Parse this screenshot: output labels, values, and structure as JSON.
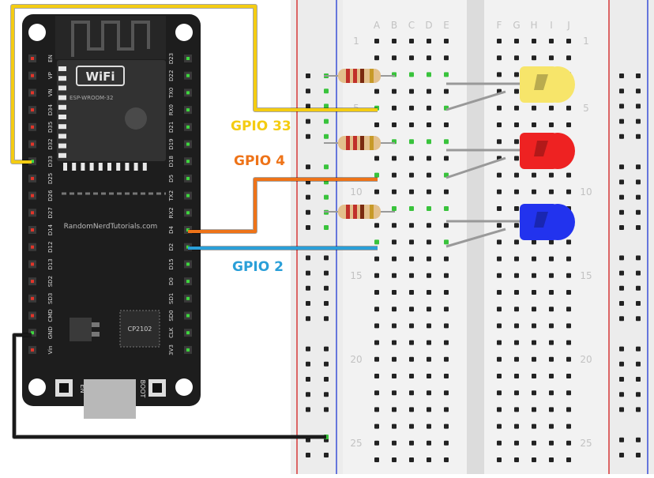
{
  "board": {
    "wifi_logo": "WiFi",
    "module_name": "ESP-WROOM-32",
    "watermark": "RandomNerdTutorials.com",
    "chip_label": "CP2102",
    "button_en": "EN",
    "button_boot": "BOOT",
    "left_pins": [
      "EN",
      "VP",
      "VN",
      "D34",
      "D35",
      "D32",
      "D33",
      "D25",
      "D26",
      "D27",
      "D14",
      "D12",
      "D13",
      "SD2",
      "SD3",
      "CMD",
      "GND",
      "Vin"
    ],
    "right_pins": [
      "D23",
      "D22",
      "TX0",
      "RX0",
      "D21",
      "D19",
      "D18",
      "D5",
      "TX2",
      "RX2",
      "D4",
      "D2",
      "D15",
      "D0",
      "SD1",
      "SD0",
      "CLK",
      "3V3"
    ]
  },
  "breadboard": {
    "column_letters": [
      "A",
      "B",
      "C",
      "D",
      "E",
      "F",
      "G",
      "H",
      "I",
      "J"
    ],
    "row_numbers": [
      "1",
      "5",
      "10",
      "15",
      "20",
      "25"
    ]
  },
  "labels": {
    "gpio33": "GPIO 33",
    "gpio4": "GPIO 4",
    "gpio2": "GPIO 2"
  },
  "colors": {
    "gpio33": "#f4cc12",
    "gpio4": "#ee7318",
    "gpio2": "#2a9fd8",
    "gnd_wire": "#1a1a1a",
    "led_yellow": "#f7e56a",
    "led_red": "#ee2222",
    "led_blue": "#2233ee",
    "board": "#1d1d1d",
    "breadboard": "#f2f2f2"
  }
}
